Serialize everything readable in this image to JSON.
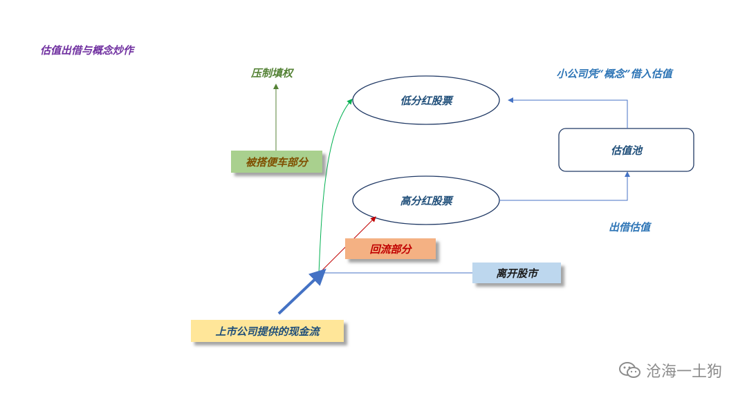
{
  "title": "估值出借与概念炒作",
  "labels": {
    "suppress": "压制填权",
    "small_company": "小公司凭“概念”借入估值",
    "lend": "出借估值"
  },
  "nodes": {
    "low_dividend": "低分红股票",
    "high_dividend": "高分红股票",
    "valuation_pool": "估值池",
    "free_rider": "被搭便车部分",
    "backflow": "回流部分",
    "leave_market": "离开股市",
    "cash_flow": "上市公司提供的现金流"
  },
  "colors": {
    "free_rider_bg": "#a9d08e",
    "backflow_bg": "#f4b183",
    "leave_market_bg": "#bdd7ee",
    "cash_flow_bg": "#ffe699",
    "green_arrow": "#00b050",
    "red_arrow": "#c00000",
    "blue_line": "#4472c4"
  },
  "watermark": "沧海一土狗"
}
